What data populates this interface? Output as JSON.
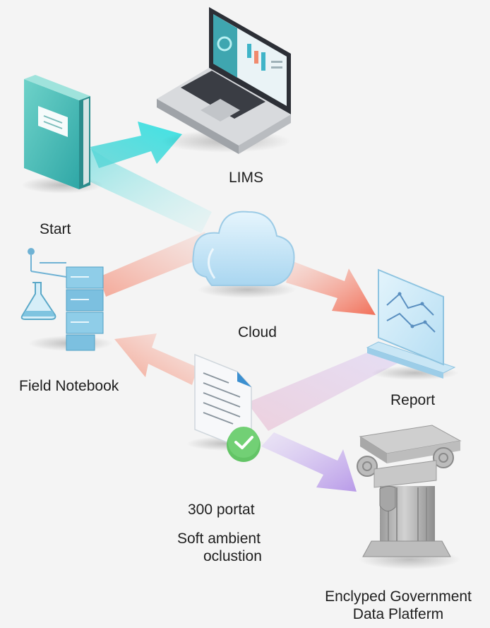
{
  "diagram": {
    "nodes": {
      "start": {
        "label": "Start",
        "icon": "notebook-icon"
      },
      "lims": {
        "label": "LIMS",
        "icon": "laptop-icon"
      },
      "cloud": {
        "label": "Cloud",
        "icon": "cloud-icon"
      },
      "field_notebook": {
        "label": "Field Notebook",
        "icon": "lab-server-icon"
      },
      "report": {
        "label": "Report",
        "icon": "chart-panel-icon"
      },
      "document": {
        "label_line1": "300 portat",
        "label_line2": "Soft ambient",
        "label_line3": "oclustion",
        "icon": "document-check-icon"
      },
      "platform": {
        "label_line1": "Enclyped Government",
        "label_line2": "Data Platferm",
        "icon": "column-pillar-icon"
      }
    },
    "colors": {
      "teal": "#4fd6d8",
      "salmon": "#f27a63",
      "lavender": "#c3a6ea",
      "blue_glass": "#a9d8f2",
      "check_green": "#63c466"
    }
  }
}
